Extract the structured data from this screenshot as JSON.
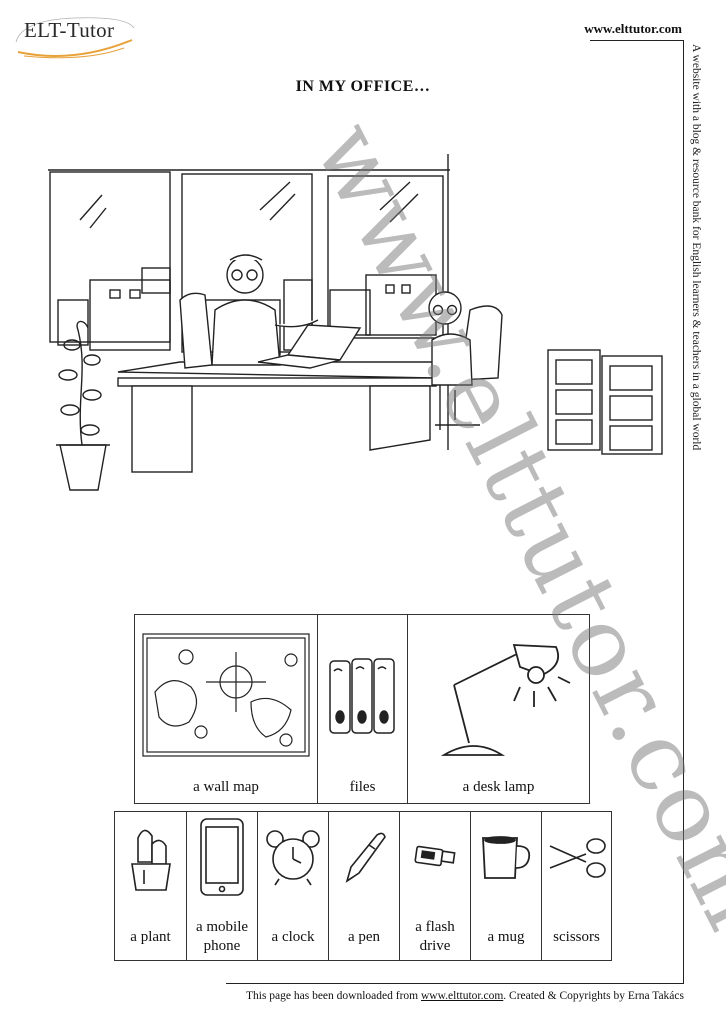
{
  "header": {
    "logo_text": "ELT-Tutor",
    "site_url": "www.elttutor.com",
    "side_text": "A website with a blog & resource bank for English learners & teachers in a global world"
  },
  "title": "IN MY OFFICE…",
  "vocabulary_row1": [
    {
      "label": "a wall map",
      "icon": "wall-map-icon"
    },
    {
      "label": "files",
      "icon": "files-icon"
    },
    {
      "label": "a desk lamp",
      "icon": "desk-lamp-icon"
    }
  ],
  "vocabulary_row2": [
    {
      "label": "a plant",
      "icon": "plant-icon"
    },
    {
      "label": "a mobile phone",
      "icon": "mobile-phone-icon"
    },
    {
      "label": "a clock",
      "icon": "clock-icon"
    },
    {
      "label": "a pen",
      "icon": "pen-icon"
    },
    {
      "label": "a flash drive",
      "icon": "flash-drive-icon"
    },
    {
      "label": "a mug",
      "icon": "mug-icon"
    },
    {
      "label": "scissors",
      "icon": "scissors-icon"
    }
  ],
  "watermark": "www.elttutor.com",
  "footer": {
    "prefix": "This page has been downloaded from ",
    "link": "www.elttutor.com",
    "suffix": ". Created & Copyrights by Erna Takács"
  }
}
